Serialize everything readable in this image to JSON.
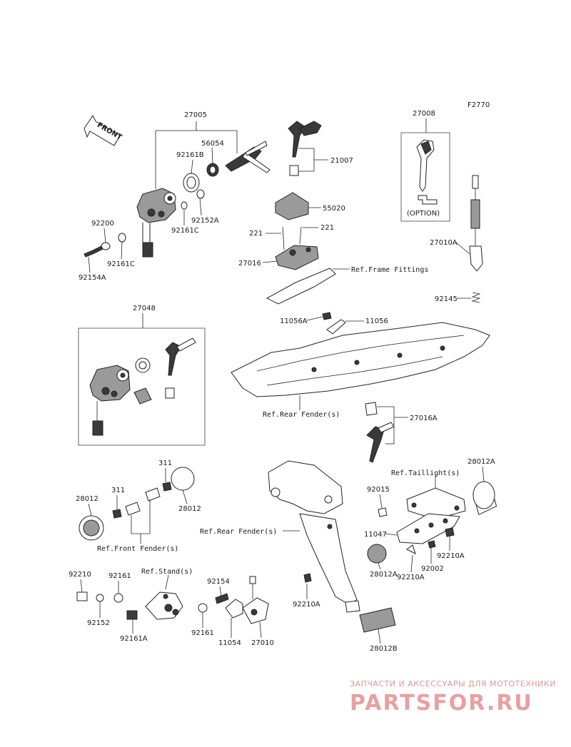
{
  "diagram_code": "F2770",
  "front_label": "FRONT",
  "option_label": "(OPTION)",
  "parts": {
    "p27005": "27005",
    "p56054": "56054",
    "p92161B": "92161B",
    "p92152A": "92152A",
    "p92161C_a": "92161C",
    "p92161C_b": "92161C",
    "p92200": "92200",
    "p92154A": "92154A",
    "p21007": "21007",
    "p55020": "55020",
    "p221_a": "221",
    "p221_b": "221",
    "p27016": "27016",
    "p27008": "27008",
    "p27010A": "27010A",
    "p92145": "92145",
    "p27048": "27048",
    "p11056A": "11056A",
    "p11056": "11056",
    "p27016A": "27016A",
    "p311_a": "311",
    "p311_b": "311",
    "p28012_a": "28012",
    "p28012_b": "28012",
    "p28012A_a": "28012A",
    "p28012A_b": "28012A",
    "p92015": "92015",
    "p11047": "11047",
    "p92002": "92002",
    "p92210A_a": "92210A",
    "p92210A_b": "92210A",
    "p92210A_c": "92210A",
    "p28012B": "28012B",
    "p92210": "92210",
    "p92161": "92161",
    "p92161_b": "92161",
    "p92152": "92152",
    "p92161A": "92161A",
    "p92154": "92154",
    "p11054": "11054",
    "p27010": "27010"
  },
  "refs": {
    "frame_fittings": "Ref.Frame Fittings",
    "rear_fender_1": "Ref.Rear Fender(s)",
    "rear_fender_2": "Ref.Rear Fender(s)",
    "front_fender": "Ref.Front Fender(s)",
    "stand": "Ref.Stand(s)",
    "taillight": "Ref.Taillight(s)"
  },
  "watermark": {
    "top_line": "ЗАПЧАСТИ И АКСЕССУАРЫ ДЛЯ МОТОТЕХНИКИ",
    "logo": "PARTSFOR.RU"
  }
}
